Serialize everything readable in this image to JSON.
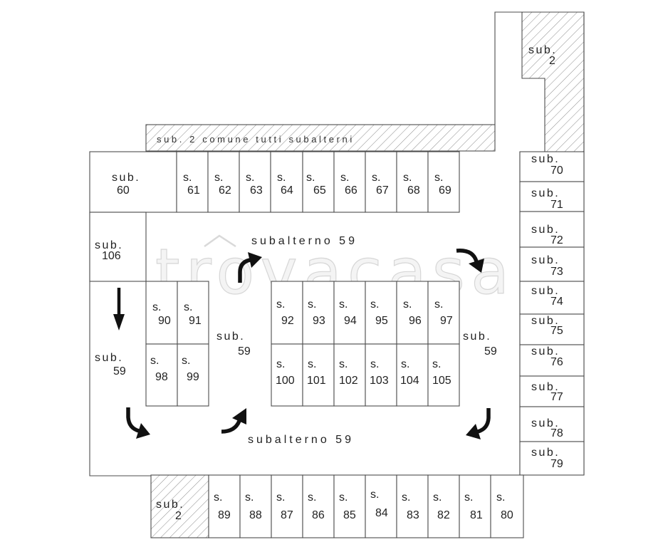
{
  "watermark": "trovacasa",
  "colors": {
    "line": "#4d4d4d",
    "hatch": "#8c8c8c",
    "highlight_fill": "#f7b3b3",
    "highlight_text": "#c62828",
    "arrow": "#111111"
  },
  "common_strip": {
    "label": "sub. 2 comune tutti subalterni"
  },
  "top_right_area": {
    "prefix": "sub.",
    "number": "2"
  },
  "top_row": [
    {
      "prefix": "sub.",
      "number": "60"
    },
    {
      "prefix": "s.",
      "number": "61"
    },
    {
      "prefix": "s.",
      "number": "62"
    },
    {
      "prefix": "s.",
      "number": "63"
    },
    {
      "prefix": "s.",
      "number": "64",
      "highlighted": true
    },
    {
      "prefix": "s.",
      "number": "65"
    },
    {
      "prefix": "s.",
      "number": "66"
    },
    {
      "prefix": "s.",
      "number": "67"
    },
    {
      "prefix": "s.",
      "number": "68"
    },
    {
      "prefix": "s.",
      "number": "69"
    }
  ],
  "left_upper": {
    "prefix": "sub.",
    "number": "106"
  },
  "right_column": [
    {
      "prefix": "sub.",
      "number": "70"
    },
    {
      "prefix": "sub.",
      "number": "71"
    },
    {
      "prefix": "sub.",
      "number": "72"
    },
    {
      "prefix": "sub.",
      "number": "73"
    },
    {
      "prefix": "sub.",
      "number": "74"
    },
    {
      "prefix": "sub.",
      "number": "75"
    },
    {
      "prefix": "sub.",
      "number": "76"
    },
    {
      "prefix": "sub.",
      "number": "77"
    },
    {
      "prefix": "sub.",
      "number": "78"
    },
    {
      "prefix": "sub.",
      "number": "79"
    }
  ],
  "center_left_block": [
    {
      "prefix": "s.",
      "number": "90"
    },
    {
      "prefix": "s.",
      "number": "91"
    },
    {
      "prefix": "s.",
      "number": "98"
    },
    {
      "prefix": "s.",
      "number": "99"
    }
  ],
  "center_right_block": {
    "top": [
      {
        "prefix": "s.",
        "number": "92"
      },
      {
        "prefix": "s.",
        "number": "93"
      },
      {
        "prefix": "s.",
        "number": "94"
      },
      {
        "prefix": "s.",
        "number": "95"
      },
      {
        "prefix": "s.",
        "number": "96"
      },
      {
        "prefix": "s.",
        "number": "97"
      }
    ],
    "bottom": [
      {
        "prefix": "s.",
        "number": "100"
      },
      {
        "prefix": "s.",
        "number": "101"
      },
      {
        "prefix": "s.",
        "number": "102"
      },
      {
        "prefix": "s.",
        "number": "103"
      },
      {
        "prefix": "s.",
        "number": "104"
      },
      {
        "prefix": "s.",
        "number": "105"
      }
    ]
  },
  "bottom_row": [
    {
      "prefix": "sub.",
      "number": "2"
    },
    {
      "prefix": "s.",
      "number": "89"
    },
    {
      "prefix": "s.",
      "number": "88"
    },
    {
      "prefix": "s.",
      "number": "87"
    },
    {
      "prefix": "s.",
      "number": "86"
    },
    {
      "prefix": "s.",
      "number": "85"
    },
    {
      "prefix": "s.",
      "number": "84"
    },
    {
      "prefix": "s.",
      "number": "83"
    },
    {
      "prefix": "s.",
      "number": "82"
    },
    {
      "prefix": "s.",
      "number": "81"
    },
    {
      "prefix": "s.",
      "number": "80"
    }
  ],
  "corridor": {
    "top_label": "subalterno 59",
    "bottom_label": "subalterno 59",
    "left": {
      "prefix": "sub.",
      "number": "59"
    },
    "center": {
      "prefix": "sub.",
      "number": "59"
    },
    "right": {
      "prefix": "sub.",
      "number": "59"
    }
  },
  "arrows": [
    "curved-arrow-up-right-icon",
    "curved-arrow-right-down-icon",
    "curved-arrow-down-right-icon",
    "curved-arrow-right-up-icon",
    "curved-arrow-down-left-icon",
    "arrow-down-icon"
  ]
}
